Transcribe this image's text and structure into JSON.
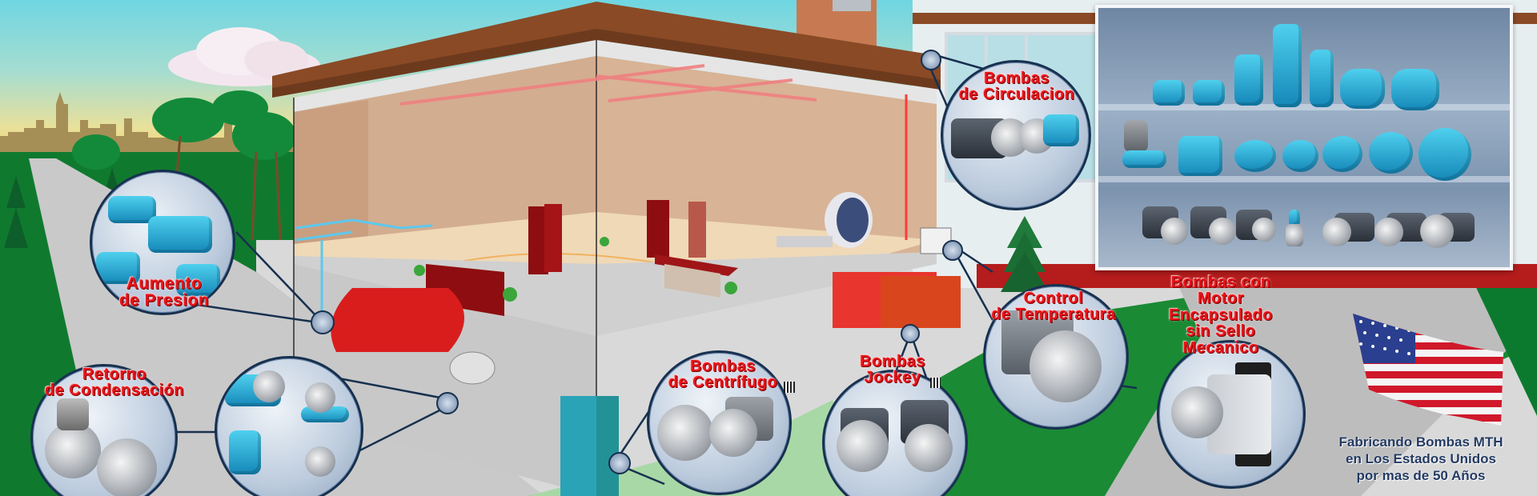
{
  "banner": {
    "theme": "Bombas MTH aplicaciones en edificio",
    "callouts": [
      {
        "id": "aumento-presion",
        "lines": [
          "Aumento",
          "de Presion"
        ]
      },
      {
        "id": "retorno-condensacion",
        "lines": [
          "Retorno",
          "de Condensación"
        ]
      },
      {
        "id": "bombas-circulacion",
        "lines": [
          "Bombas",
          "de Circulacion"
        ]
      },
      {
        "id": "bombas-centrifugo",
        "lines": [
          "Bombas",
          "de Centrífugo"
        ]
      },
      {
        "id": "bombas-jockey",
        "lines": [
          "Bombas",
          "Jockey"
        ]
      },
      {
        "id": "control-temperatura",
        "lines": [
          "Control",
          "de Temperatura"
        ]
      },
      {
        "id": "motor-encapsulado",
        "lines": [
          "Bombas con",
          "Motor",
          "Encapsulado",
          "sin Sello",
          "Mecanico"
        ]
      }
    ],
    "tagline": [
      "Fabricando Bombas MTH",
      "en Los Estados Unidos",
      "por mas de 50 Años"
    ],
    "icons": {
      "qr_centrifugo": "qr-code-icon",
      "qr_jockey": "qr-code-icon",
      "flag": "us-flag-icon"
    },
    "colors": {
      "label_red": "#e8141a",
      "tagline_navy": "#233a63",
      "callout_border": "#17304f",
      "pump_blue": "#1ba3d1",
      "roof_brown": "#8a4a26",
      "grass_green": "#0f7a2e",
      "tank_red": "#e02323"
    }
  }
}
